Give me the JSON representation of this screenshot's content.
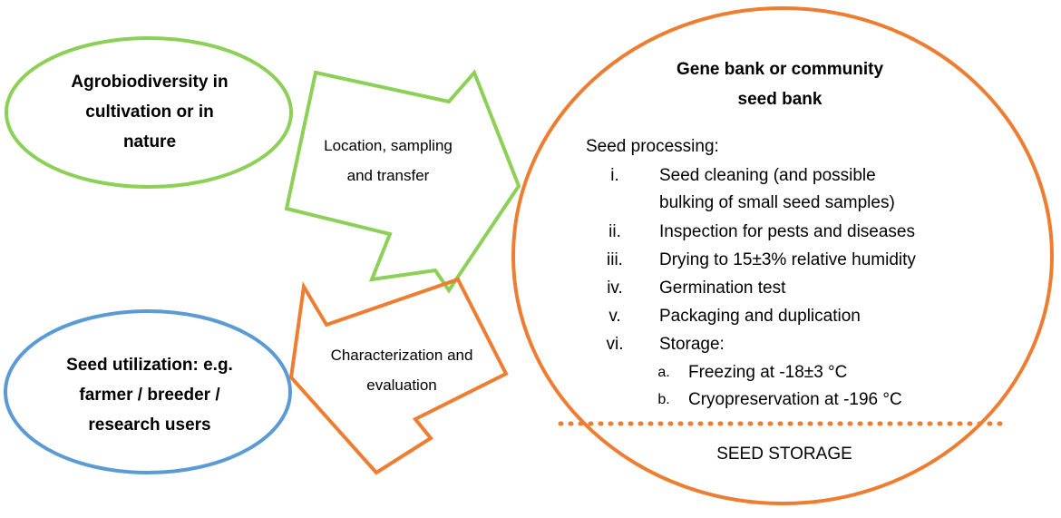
{
  "colors": {
    "green": "#8cd057",
    "orange": "#ed7d31",
    "blue": "#5b9bd5"
  },
  "ovals": {
    "agro": [
      "Agrobiodiversity in",
      "cultivation or in",
      "nature"
    ],
    "utilization": [
      "Seed utilization: e.g.",
      "farmer / breeder /",
      "research users"
    ],
    "bank_title": [
      "Gene bank or community",
      "seed bank"
    ]
  },
  "arrows": {
    "green_label": [
      "Location, sampling",
      "and transfer"
    ],
    "orange_label": [
      "Characterization and",
      "evaluation"
    ]
  },
  "processing": {
    "heading": "Seed processing:",
    "steps": [
      {
        "num": "i.",
        "lines": [
          "Seed cleaning (and possible",
          "bulking of small seed samples)"
        ]
      },
      {
        "num": "ii.",
        "lines": [
          "Inspection for pests and diseases"
        ]
      },
      {
        "num": "iii.",
        "lines": [
          "Drying to 15±3% relative humidity"
        ]
      },
      {
        "num": "iv.",
        "lines": [
          "Germination test"
        ]
      },
      {
        "num": "v.",
        "lines": [
          "Packaging and duplication"
        ]
      },
      {
        "num": "vi.",
        "lines": [
          "Storage:"
        ]
      }
    ],
    "substeps": [
      {
        "num": "a.",
        "text": "Freezing at -18±3 °C"
      },
      {
        "num": "b.",
        "text": "Cryopreservation at -196 °C"
      }
    ]
  },
  "storage_label": "SEED STORAGE"
}
